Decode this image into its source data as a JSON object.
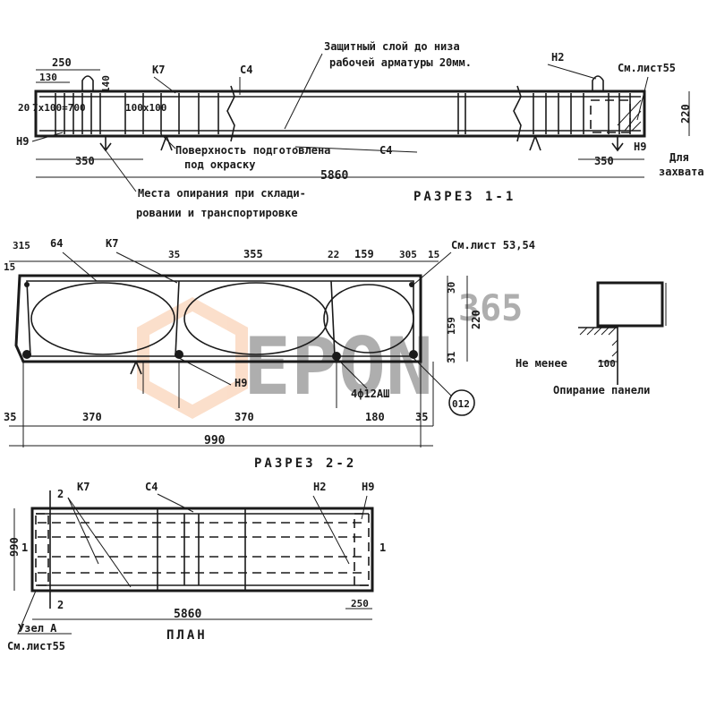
{
  "section1": {
    "title": "РАЗРЕЗ 1-1",
    "note_cover_1": "Защитный слой до низа",
    "note_cover_2": "рабочей арматуры 20мм.",
    "note_surface_1": "Поверхность подготовлена",
    "note_surface_2": "под окраску",
    "note_support_1": "Места опирания при склади-",
    "note_support_2": "ровании и транспортировке",
    "note_lift_1": "Для",
    "note_lift_2": "захвата",
    "see_sheet": "См.лист55",
    "dim_250": "250",
    "dim_130": "130",
    "dim_20": "20",
    "dim_spacing": "7х100=700",
    "dim_100x100": "100х100",
    "dim_140": "140",
    "dim_350_left": "350",
    "dim_350_right": "350",
    "dim_total": "5860",
    "dim_height": "220",
    "mark_k7": "К7",
    "mark_c4_top": "С4",
    "mark_c4_bottom": "С4",
    "mark_n2": "Н2",
    "mark_n9_left": "Н9",
    "mark_n9_right": "Н9"
  },
  "section2": {
    "title": "РАЗРЕЗ 2-2",
    "see_sheet": "См.лист 53,54",
    "dim_top": [
      "315",
      "64",
      "35",
      "355",
      "22",
      "159",
      "305",
      "15"
    ],
    "dim_15": "15",
    "dim_30": "30",
    "dim_159": "159",
    "dim_220": "220",
    "dim_31": "31",
    "dim_bottom": [
      "35",
      "370",
      "370",
      "180",
      "35"
    ],
    "dim_total": "990",
    "mark_k7": "К7",
    "mark_n9": "Н9",
    "rebar": "4ф12АШ",
    "rebar_circle": "012"
  },
  "support_detail": {
    "label_min": "Не менее",
    "value_min": "100",
    "label_title": "Опирание панели"
  },
  "plan": {
    "title": "ПЛАН",
    "mark_k7": "К7",
    "mark_c4": "С4",
    "mark_n2": "Н2",
    "mark_n9": "Н9",
    "mark_1_left": "1",
    "mark_1_right": "1",
    "mark_2_top": "2",
    "mark_2_bottom": "2",
    "dim_width": "990",
    "dim_length": "5860",
    "dim_250": "250",
    "node_label": "Узел А",
    "node_sheet": "См.лист55"
  },
  "watermark": {
    "text": "EPON",
    "digits": "365",
    "color": "#f4a36b"
  }
}
